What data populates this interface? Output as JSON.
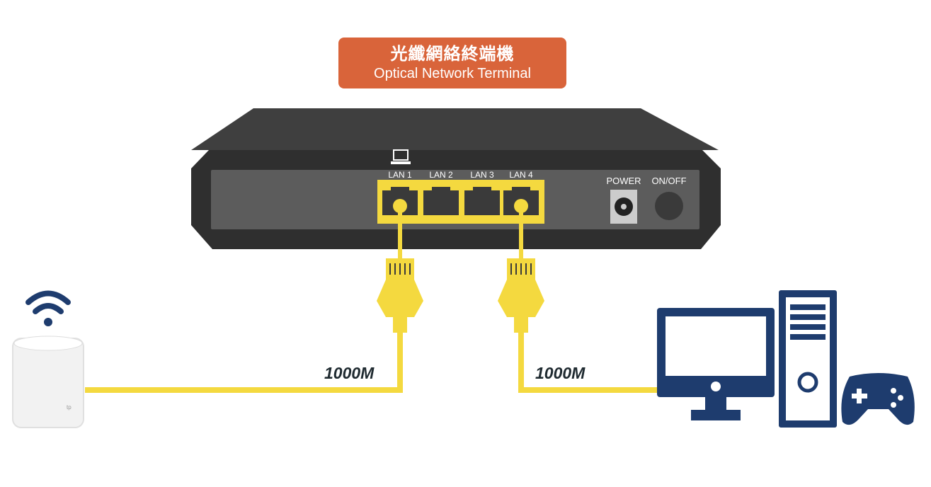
{
  "title": {
    "chinese": "光纖網絡終端機",
    "english": "Optical Network Terminal"
  },
  "ports": {
    "lan": [
      "LAN 1",
      "LAN 2",
      "LAN 3",
      "LAN 4"
    ],
    "power": "POWER",
    "onoff": "ON/OFF"
  },
  "links": {
    "left_speed": "1000M",
    "right_speed": "1000M"
  },
  "colors": {
    "accent": "#d9643a",
    "cable": "#f4d93f",
    "device_dark": "#3a3a3a",
    "panel": "#5c5c5c",
    "navy": "#1e3c6e"
  },
  "icons": [
    "computer-icon",
    "wifi-icon",
    "mesh-router-icon",
    "desktop-pc-icon",
    "gamepad-icon"
  ]
}
